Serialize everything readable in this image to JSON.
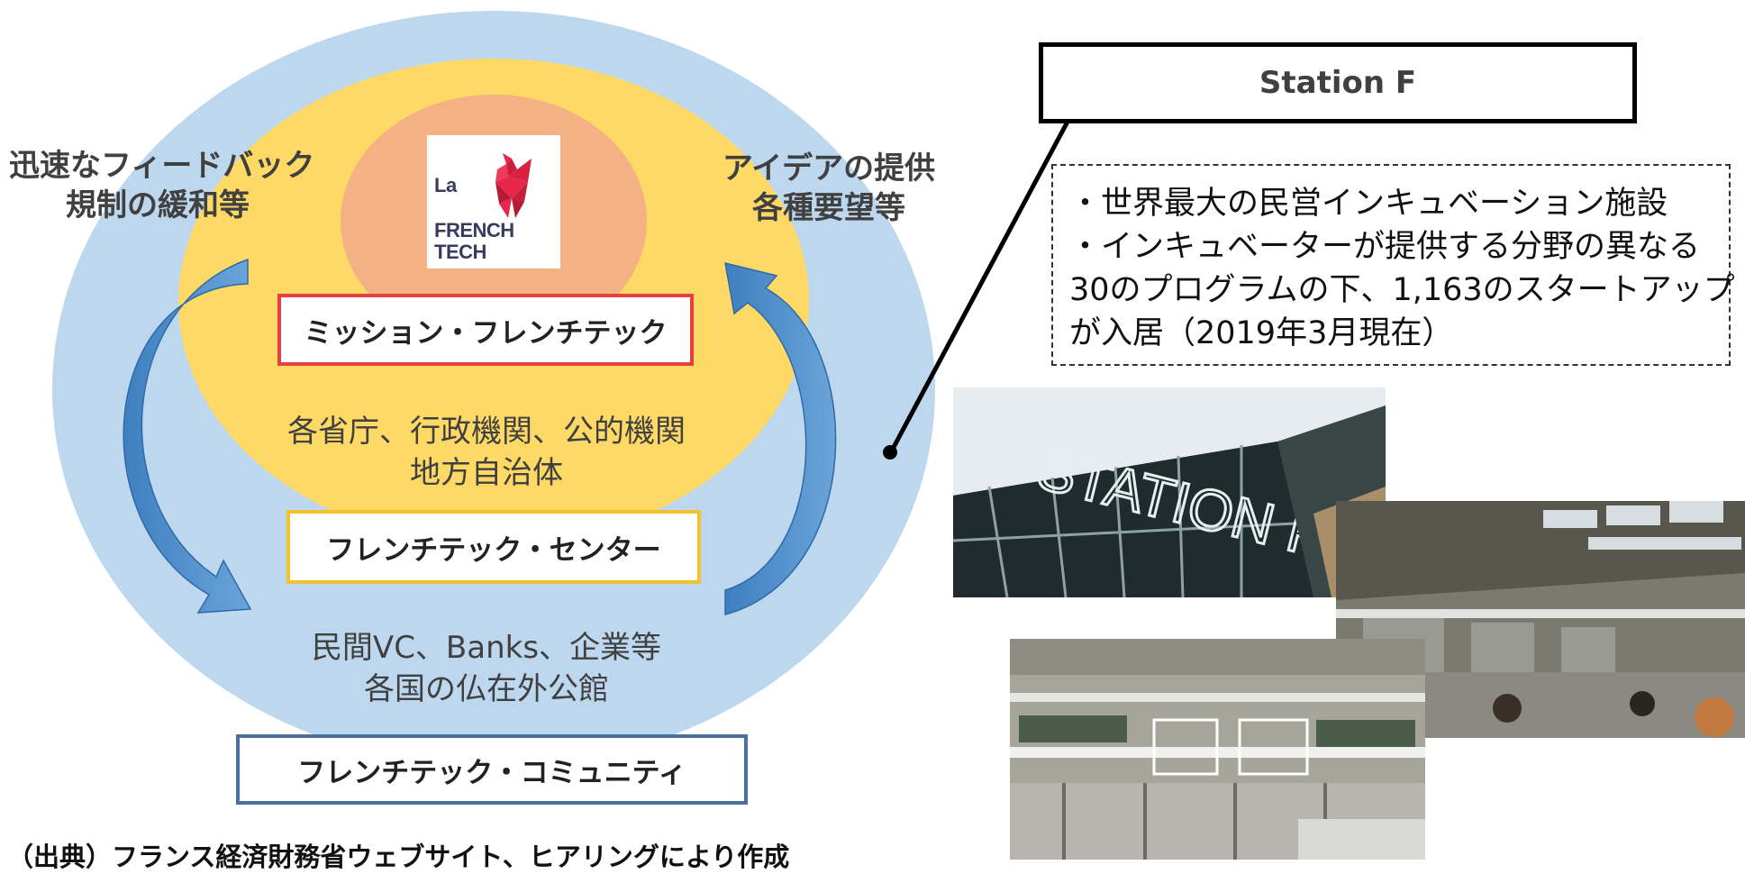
{
  "diagram": {
    "left_label": [
      "迅速なフィードバック",
      "規制の緩和等"
    ],
    "right_label": [
      "アイデアの提供",
      "各種要望等"
    ],
    "logo": {
      "line1": "La",
      "line2": "FRENCH TECH",
      "icon": "rooster-icon"
    },
    "mission_box": "ミッション・フレンチテック",
    "inner_text": [
      "各省庁、行政機関、公的機関",
      "地方自治体"
    ],
    "center_box": "フレンチテック・センター",
    "outer_text": [
      "民間VC、Banks、企業等",
      "各国の仏在外公館"
    ],
    "community_box": "フレンチテック・コミュニティ",
    "colors": {
      "outer_circle": "#bdd7ee",
      "middle_circle": "#ffd966",
      "inner_circle": "#f4b183",
      "mission_border": "#e84040",
      "center_border": "#f2c12e",
      "community_border": "#4a6fa0",
      "arrow": "#4a8bc9"
    }
  },
  "station": {
    "title": "Station F",
    "info": [
      "・世界最大の民営インキュベーション施設",
      "・インキュベーターが提供する分野の異なる",
      "30のプログラムの下、1,163のスタートアップ",
      "が入居（2019年3月現在）"
    ],
    "photos": [
      "station-f-exterior-photo",
      "station-f-hall-photo",
      "station-f-interior-photo"
    ]
  },
  "source": "（出典）フランス経済財務省ウェブサイト、ヒアリングにより作成"
}
